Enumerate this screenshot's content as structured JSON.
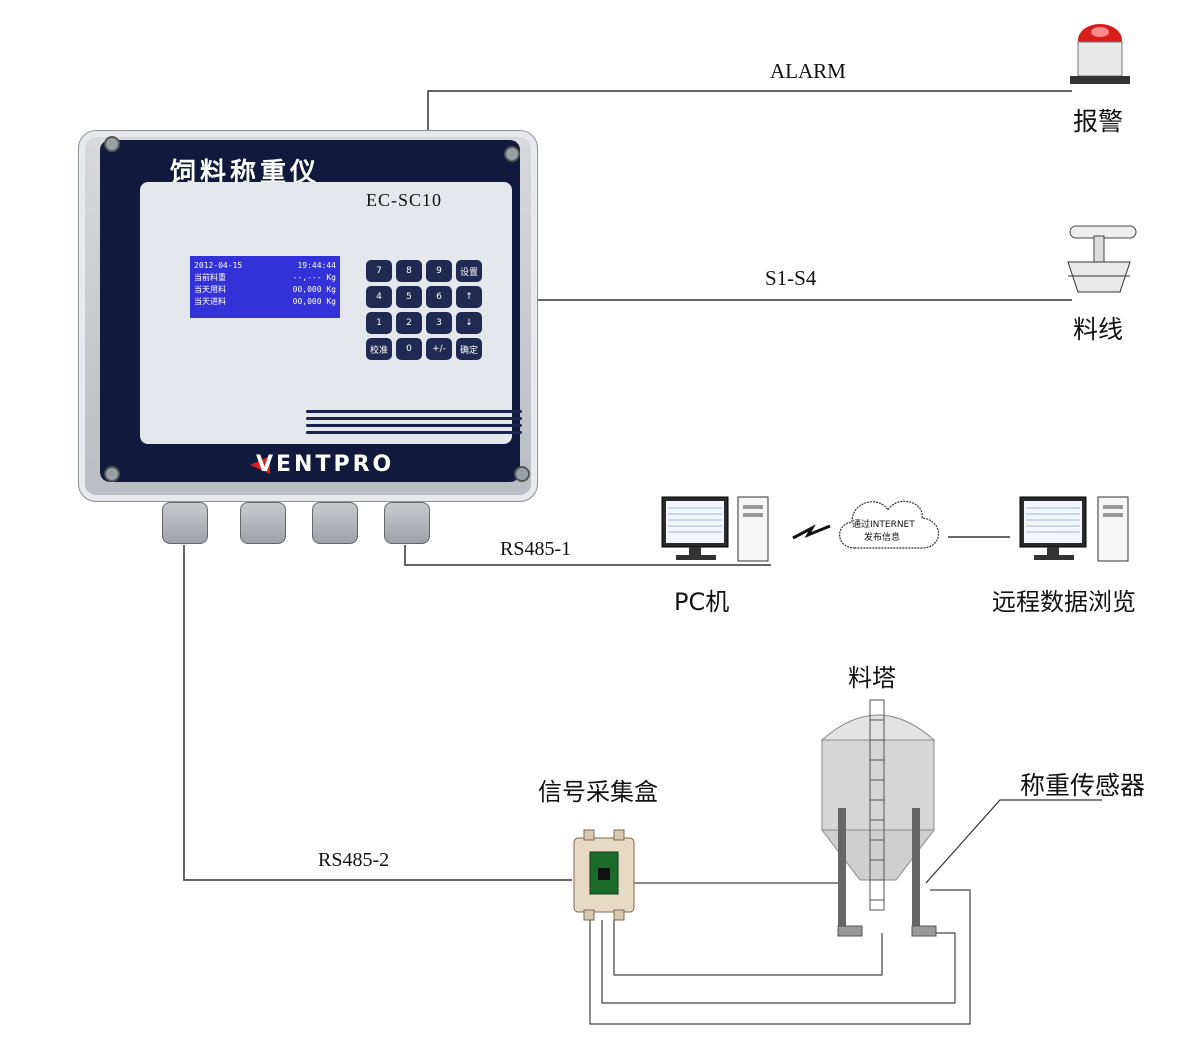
{
  "controller": {
    "title": "饲料称重仪",
    "model": "EC-SC10",
    "brand": "VENTPRO",
    "display": {
      "date": "2012-04-15",
      "time": "19:44:44",
      "rows": [
        {
          "label": "当前料重",
          "value": "--,--- Kg"
        },
        {
          "label": "当天用料",
          "value": "00,000 Kg"
        },
        {
          "label": "当天进料",
          "value": "00,000 Kg"
        }
      ]
    },
    "keys": [
      "7",
      "8",
      "9",
      "设置",
      "4",
      "5",
      "6",
      "↑",
      "1",
      "2",
      "3",
      "↓",
      "校准",
      "0",
      "+/-",
      "确定"
    ]
  },
  "labels": {
    "alarm_line": "ALARM",
    "alarm_device": "报警",
    "feed_line": "S1-S4",
    "feed_device": "料线",
    "rs485_1": "RS485-1",
    "pc": "PC机",
    "internet": "通过INTERNET",
    "internet_sub": "发布信息",
    "remote": "远程数据浏览",
    "silo": "料塔",
    "collector": "信号采集盒",
    "rs485_2": "RS485-2",
    "sensor": "称重传感器"
  }
}
